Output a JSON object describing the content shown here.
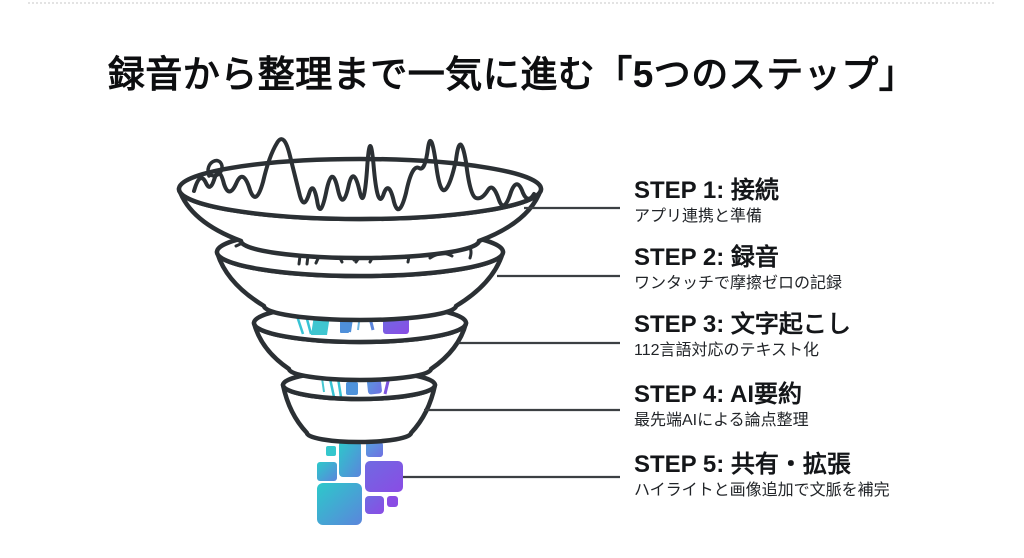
{
  "title": "録音から整理まで一気に進む「5つのステップ」",
  "steps": [
    {
      "label": "STEP 1: 接続",
      "desc": "アプリ連携と準備"
    },
    {
      "label": "STEP 2: 録音",
      "desc": "ワンタッチで摩擦ゼロの記録"
    },
    {
      "label": "STEP 3: 文字起こし",
      "desc": "112言語対応のテキスト化"
    },
    {
      "label": "STEP 4: AI要約",
      "desc": "最先端AIによる論点整理"
    },
    {
      "label": "STEP 5: 共有・拡張",
      "desc": "ハイライトと画像追加で文脈を補完"
    }
  ],
  "funnel": {
    "tier_count": 4,
    "stage_icons": [
      "audio-waveform",
      "filtered-waves",
      "transcript-fragments",
      "summary-fragments",
      "pixel-mosaic"
    ],
    "colors": {
      "outline": "#2b3034",
      "connector": "#3c4043",
      "teal": "#33c6cd",
      "blue": "#5b85dc",
      "purple": "#8a4ce4",
      "title_text": "#0d0e10",
      "step_heading": "#141619",
      "step_desc": "#212428",
      "background": "#ffffff"
    }
  }
}
